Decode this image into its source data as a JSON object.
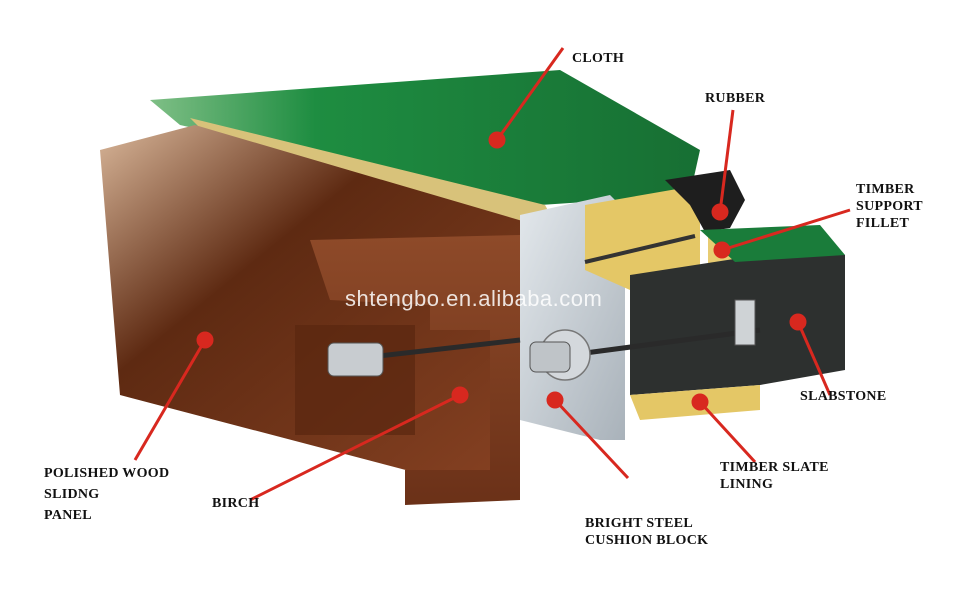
{
  "watermark": "shtengbo.en.alibaba.com",
  "colors": {
    "cloth": "#1f8a3f",
    "wood": "#7a3a1e",
    "steel": "#c9d0d6",
    "rubber": "#222222",
    "timber": "#e8cc72",
    "slabstone": "#2c2f2e",
    "leader": "#d8281f"
  },
  "labels": {
    "cloth": "CLOTH",
    "rubber": "RUBBER",
    "timber_support_fillet": [
      "TIMBER",
      "SUPPORT",
      "FILLET"
    ],
    "slabstone": "SLABSTONE",
    "timber_slate_lining": [
      "TIMBER SLATE",
      "LINING"
    ],
    "bright_steel_cushion_block": [
      "BRIGHT STEEL",
      "CUSHION BLOCK"
    ],
    "birch": "BIRCH",
    "polished_wood_sliding_panel": [
      "POLISHED WOOD",
      "SLIDNG",
      "PANEL"
    ]
  }
}
